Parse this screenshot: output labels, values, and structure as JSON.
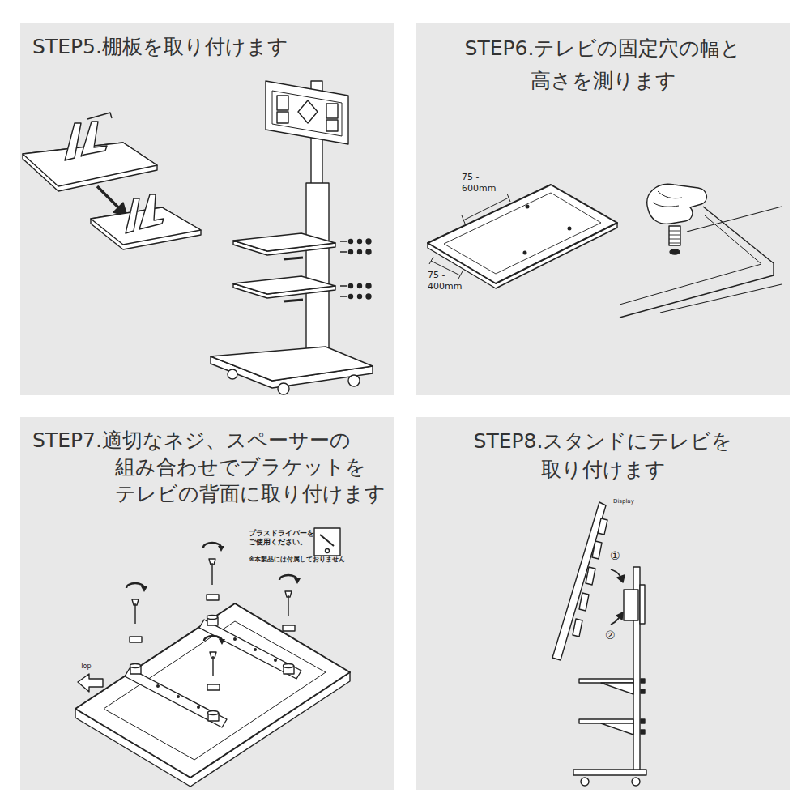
{
  "diagram": {
    "nodes": [
      {
        "text": [
          "STEP5.棚板を取り付けます"
        ]
      },
      {
        "text": [
          "STEP6.テレビの固定穴の幅と 高さを測ります"
        ]
      },
      {
        "text": [
          "STEP7.適切なネジ、スペーサーの 組み合わせでブラケットを テレビの背面に取り付けます"
        ]
      },
      {
        "text": [
          "STEP8.スタンドにテレビを 取り付けます"
        ]
      }
    ],
    "labels": [
      "75 - 600mm",
      "75 - 400mm",
      "プラスドライバーを ご使用ください。",
      "※本製品には付属しておりません",
      "Top",
      "Display",
      "①",
      "②"
    ]
  }
}
